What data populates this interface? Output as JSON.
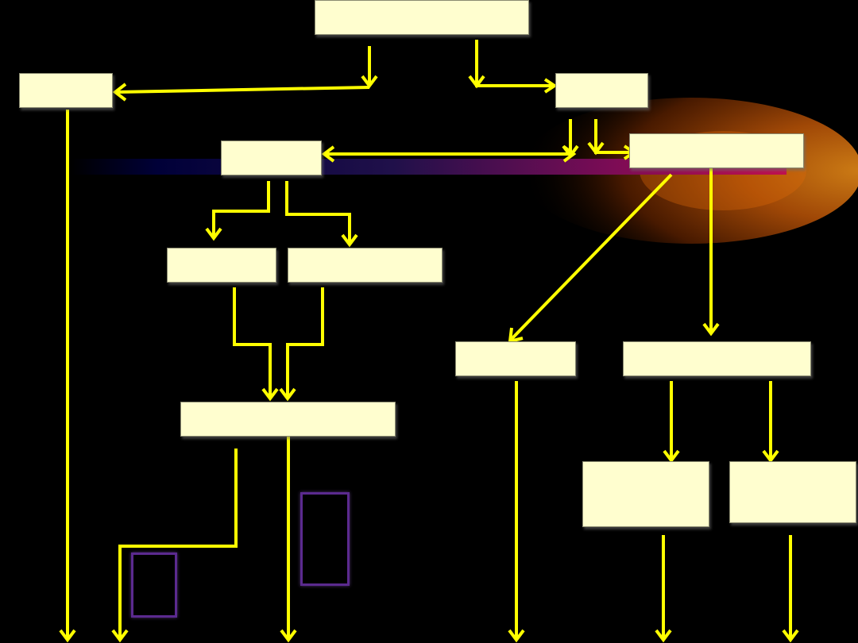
{
  "diagram": {
    "nodes": [
      {
        "id": "top",
        "label": ""
      },
      {
        "id": "left-1",
        "label": ""
      },
      {
        "id": "right-1",
        "label": ""
      },
      {
        "id": "center-2",
        "label": ""
      },
      {
        "id": "right-2",
        "label": ""
      },
      {
        "id": "mid-left-3",
        "label": ""
      },
      {
        "id": "mid-right-3",
        "label": ""
      },
      {
        "id": "right-a-4",
        "label": ""
      },
      {
        "id": "right-b-4",
        "label": ""
      },
      {
        "id": "center-5",
        "label": ""
      },
      {
        "id": "bottom-right-a",
        "label": ""
      },
      {
        "id": "bottom-right-b",
        "label": ""
      }
    ]
  },
  "colors": {
    "background": "#000000",
    "node_fill": "#fffecf",
    "arrow": "#ffff00",
    "outline_box": "#5b2a8f",
    "glow_orange": "#e87a10",
    "bar_navy": "#000040",
    "bar_magenta": "#b0105a"
  }
}
